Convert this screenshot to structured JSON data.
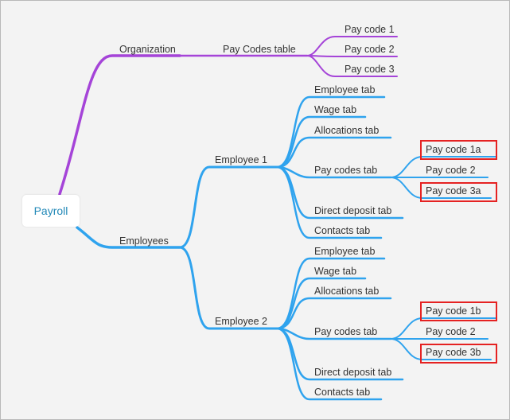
{
  "diagram": {
    "root": "Payroll",
    "colors": {
      "background": "#f3f3f3",
      "organization_branch": "#a544d8",
      "employees_branch": "#2fa3ee",
      "highlight_box": "#e52222",
      "root_text": "#2389b8"
    },
    "organization": {
      "label": "Organization",
      "pay_codes_table": {
        "label": "Pay Codes table",
        "codes": [
          "Pay code 1",
          "Pay code 2",
          "Pay code 3"
        ]
      }
    },
    "employees": {
      "label": "Employees",
      "employee_1": {
        "label": "Employee 1",
        "tabs": {
          "employee": "Employee tab",
          "wage": "Wage tab",
          "allocations": "Allocations tab",
          "pay_codes": "Pay codes tab",
          "direct_deposit": "Direct deposit tab",
          "contacts": "Contacts tab"
        },
        "pay_codes": [
          {
            "label": "Pay code 1a",
            "highlighted": true
          },
          {
            "label": "Pay code 2",
            "highlighted": false
          },
          {
            "label": "Pay code 3a",
            "highlighted": true
          }
        ]
      },
      "employee_2": {
        "label": "Employee 2",
        "tabs": {
          "employee": "Employee tab",
          "wage": "Wage tab",
          "allocations": "Allocations tab",
          "pay_codes": "Pay codes tab",
          "direct_deposit": "Direct deposit tab",
          "contacts": "Contacts tab"
        },
        "pay_codes": [
          {
            "label": "Pay code 1b",
            "highlighted": true
          },
          {
            "label": "Pay code 2",
            "highlighted": false
          },
          {
            "label": "Pay code 3b",
            "highlighted": true
          }
        ]
      }
    }
  }
}
